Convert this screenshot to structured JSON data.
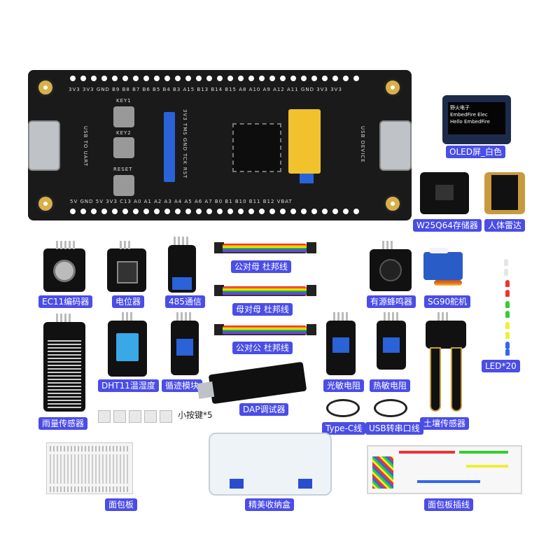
{
  "main_board": {
    "top_pins": "3V3 3V3 GND B9 B8 B7 B6 B5 B4 B3 A15 B13 B14 B15 A8 A10 A9 A12 A11 GND 3V3 3V3",
    "bottom_pins": "5V GND 5V 3V3 C13 A0 A1 A2 A3 A4 A5 A6 A7 B0 B1 B10 B11 B12 VBAT",
    "swd_label": "3V3 TMS GND TCK RST",
    "key1": "KEY1",
    "key2": "KEY2",
    "reset": "RESET",
    "usb_left": "USB TO UART",
    "usb_right": "USB DEVICE"
  },
  "oled_screen": {
    "line1": "野火电子",
    "line2": "EmbedFire Elec",
    "line3": "Hello EmbedFire"
  },
  "labels": {
    "oled": "OLED屏_白色",
    "w25q64": "W25Q64存储器",
    "radar": "人体雷达",
    "ec11": "EC11编码器",
    "pot": "电位器",
    "rs485": "485通信",
    "wire_mf": "公对母 杜邦线",
    "wire_ff": "母对母 杜邦线",
    "wire_mm": "公对公 杜邦线",
    "buzzer": "有源蜂鸣器",
    "sg90": "SG90舵机",
    "led": "LED*20",
    "rain": "雨量传感器",
    "dht11": "DHT11温湿度",
    "track": "循迹模块",
    "dap": "DAP调试器",
    "photo": "光敏电阻",
    "thermo": "热敏电阻",
    "soil": "土壤传感器",
    "buttons": "小按键*5",
    "typec": "Type-C线",
    "usb_serial": "USB转串口线",
    "breadboard": "面包板",
    "box": "精美收纳盒",
    "jumper": "面包板插线"
  },
  "colors": {
    "label_bg": "#4a4de6",
    "board": "#1a1a1a"
  }
}
